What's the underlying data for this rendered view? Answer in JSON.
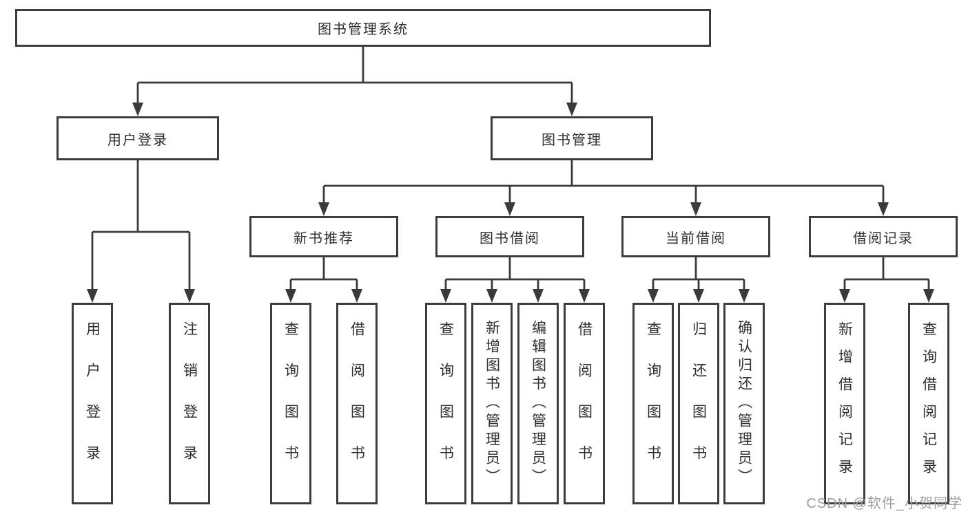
{
  "diagram": {
    "watermark": "CSDN @软件_小贺同学",
    "colors": {
      "background": "#ffffff",
      "line": "#3a3a3a",
      "border": "#3d3d3d",
      "text": "#2f2f2f",
      "watermark": "#9e9e9e"
    },
    "nodes": [
      {
        "id": "root",
        "label": "图书管理系统",
        "level": 1,
        "children": [
          "user-login",
          "book-mgmt"
        ]
      },
      {
        "id": "user-login",
        "label": "用户登录",
        "level": 2,
        "children": [
          "login-action",
          "logout-action"
        ]
      },
      {
        "id": "book-mgmt",
        "label": "图书管理",
        "level": 2,
        "children": [
          "new-book-rec",
          "book-borrow",
          "current-borrow",
          "borrow-records"
        ]
      },
      {
        "id": "new-book-rec",
        "label": "新书推荐",
        "level": 3,
        "children": [
          "rec-query-books",
          "rec-borrow-books"
        ]
      },
      {
        "id": "book-borrow",
        "label": "图书借阅",
        "level": 3,
        "children": [
          "bb-query-books",
          "bb-add-books",
          "bb-edit-books",
          "bb-borrow-books"
        ]
      },
      {
        "id": "current-borrow",
        "label": "当前借阅",
        "level": 3,
        "children": [
          "cb-query-books",
          "cb-return-books",
          "cb-confirm-return"
        ]
      },
      {
        "id": "borrow-records",
        "label": "借阅记录",
        "level": 3,
        "children": [
          "br-add-record",
          "br-query-record"
        ]
      },
      {
        "id": "login-action",
        "label": "用户登录",
        "level": 4
      },
      {
        "id": "logout-action",
        "label": "注销登录",
        "level": 4
      },
      {
        "id": "rec-query-books",
        "label": "查询图书",
        "level": 4
      },
      {
        "id": "rec-borrow-books",
        "label": "借阅图书",
        "level": 4
      },
      {
        "id": "bb-query-books",
        "label": "查询图书",
        "level": 4
      },
      {
        "id": "bb-add-books",
        "label": "新增图书（管理员）",
        "level": 4
      },
      {
        "id": "bb-edit-books",
        "label": "编辑图书（管理员）",
        "level": 4
      },
      {
        "id": "bb-borrow-books",
        "label": "借阅图书",
        "level": 4
      },
      {
        "id": "cb-query-books",
        "label": "查询图书",
        "level": 4
      },
      {
        "id": "cb-return-books",
        "label": "归还图书",
        "level": 4
      },
      {
        "id": "cb-confirm-return",
        "label": "确认归还（管理员）",
        "level": 4
      },
      {
        "id": "br-add-record",
        "label": "新增借阅记录",
        "level": 4
      },
      {
        "id": "br-query-record",
        "label": "查询借阅记录",
        "level": 4
      }
    ]
  }
}
